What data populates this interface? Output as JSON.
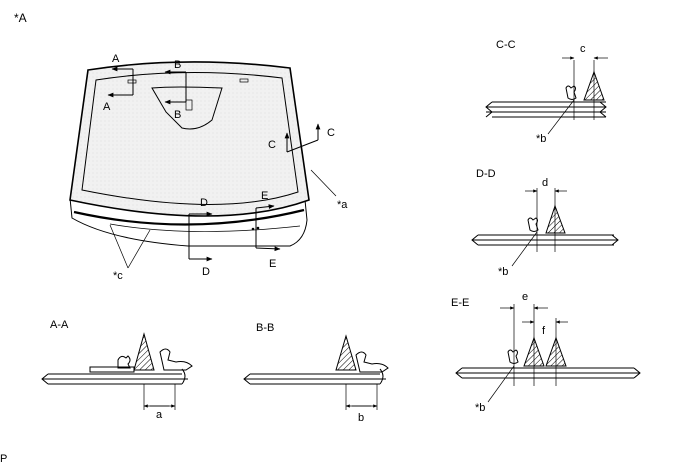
{
  "figure": {
    "view_label": "*A",
    "footer_code": "P",
    "callouts": {
      "a": "*a",
      "b": "*b",
      "c": "*c"
    },
    "section_marks": {
      "A": "A",
      "B": "B",
      "C": "C",
      "D": "D",
      "E": "E"
    },
    "section_titles": {
      "AA": "A-A",
      "BB": "B-B",
      "CC": "C-C",
      "DD": "D-D",
      "EE": "E-E"
    },
    "dimensions": {
      "a": "a",
      "b": "b",
      "c": "c",
      "d": "d",
      "e": "e",
      "f": "f"
    }
  }
}
